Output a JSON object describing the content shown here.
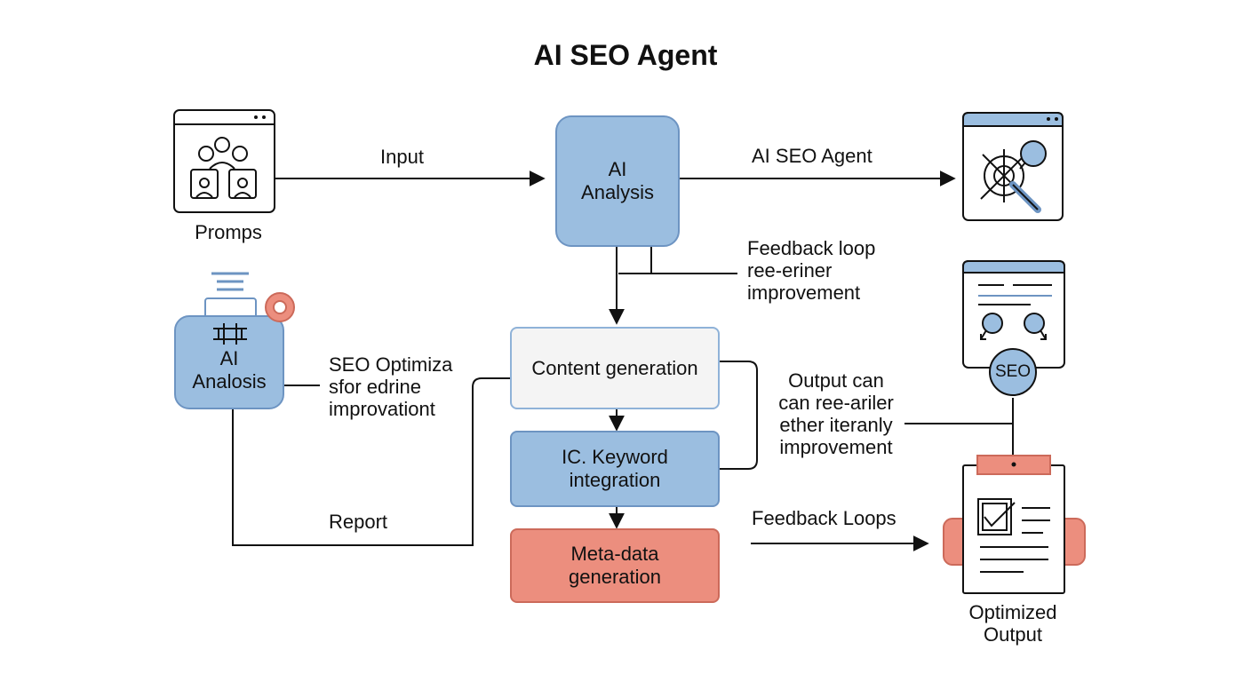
{
  "title": "AI SEO Agent",
  "nodes": {
    "ai_analysis_top": [
      "AI",
      "Analysis"
    ],
    "content_generation": "Content generation",
    "keyword_integration": [
      "IC. Keyword",
      "integration"
    ],
    "metadata_generation": [
      "Meta-data",
      "generation"
    ],
    "ai_analysis_left": [
      "AI",
      "Analosis"
    ],
    "seo_badge": "SEO"
  },
  "labels": {
    "prompts": "Promps",
    "input": "Input",
    "ai_seo_agent_edge": "AI SEO Agent",
    "feedback_loop": [
      "Feedback loop",
      "ree-eriner",
      "improvement"
    ],
    "seo_optimiza": [
      "SEO Optimiza",
      "sfor edrine",
      "improvationt"
    ],
    "report": "Report",
    "output_can": [
      "Output can",
      "can ree-ariler",
      "ether iteranly",
      "improvement"
    ],
    "feedback_loops": "Feedback Loops",
    "optimized_output": [
      "Optimized",
      "Output"
    ]
  },
  "icons": [
    "team-window-icon",
    "seo-target-window-icon",
    "seo-document-icon",
    "clipboard-checklist-icon",
    "robot-icon"
  ],
  "colors": {
    "blue_fill": "#9bbee0",
    "blue_stroke": "#6d94c2",
    "red_fill": "#ec8e7e",
    "red_stroke": "#cc6a5a",
    "line": "#111111"
  }
}
